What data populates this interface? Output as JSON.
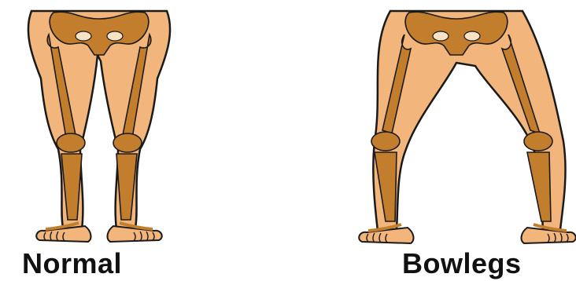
{
  "panels": [
    {
      "id": "normal",
      "label": "Normal"
    },
    {
      "id": "bowlegs",
      "label": "Bowlegs"
    }
  ],
  "colors": {
    "skin": "#f2b57c",
    "bone": "#c27e2c",
    "outline": "#1a1a1a",
    "background": "#ffffff",
    "caption": "#111111"
  }
}
